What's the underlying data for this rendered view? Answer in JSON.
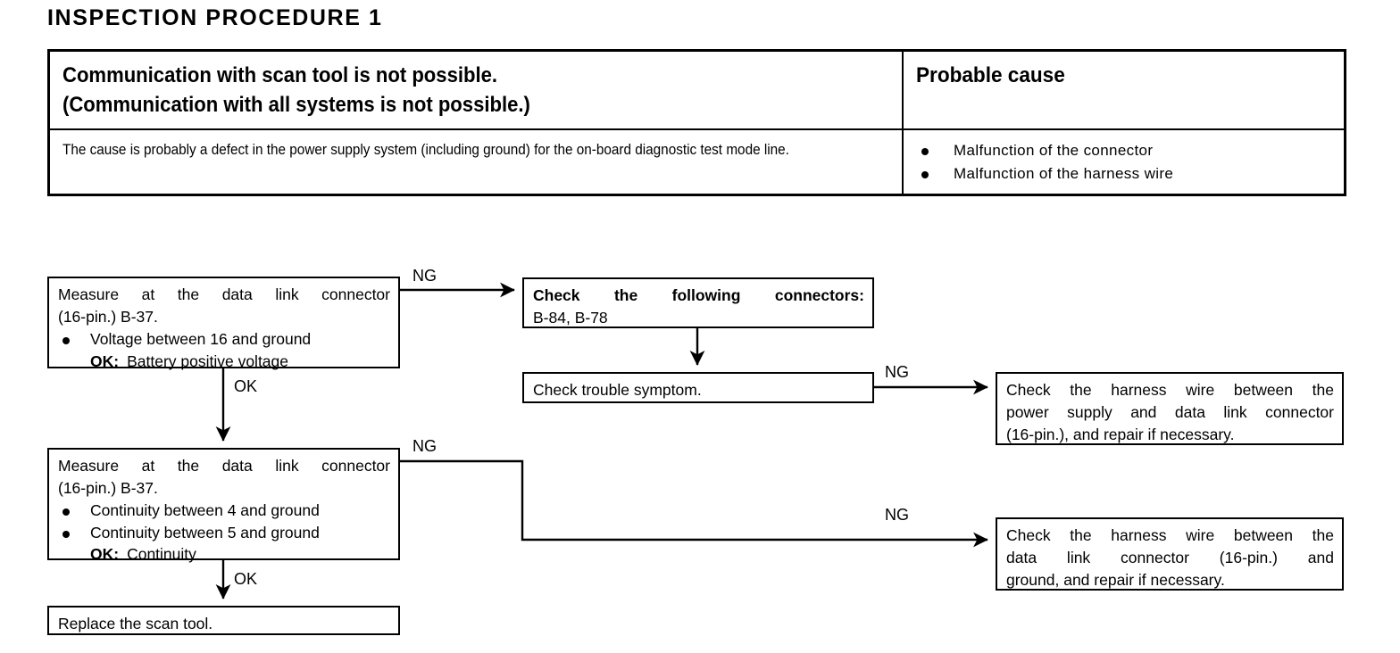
{
  "page": {
    "title": "INSPECTION  PROCEDURE  1"
  },
  "symptom_table": {
    "header": {
      "symptom_line1": "Communication with scan tool is not possible.",
      "symptom_line2": "(Communication with all systems is not possible.)",
      "probable_cause_label": "Probable cause"
    },
    "body": {
      "cause_description": "The cause is probably a defect in the power supply system (including ground) for the on-board diagnostic test mode line.",
      "probable_causes": [
        "Malfunction of the connector",
        "Malfunction of the harness wire"
      ]
    }
  },
  "flowchart": {
    "boxes": {
      "measure1": {
        "line1": "Measure at the data link connector",
        "line2": "(16-pin.) B-37.",
        "bullets": [
          "Voltage between 16 and ground"
        ],
        "ok_label": "OK:",
        "ok_value": "Battery positive voltage"
      },
      "connectors": {
        "line1": "Check the following connectors:",
        "line2": "B-84, B-78"
      },
      "symptom": {
        "line1": "Check trouble symptom."
      },
      "harness1": {
        "line1": "Check the harness wire between the",
        "line2": "power supply and data link connector",
        "line3": "(16-pin.), and repair if necessary."
      },
      "measure2": {
        "line1": "Measure at the data link connector",
        "line2": "(16-pin.) B-37.",
        "bullets": [
          "Continuity between 4 and ground",
          "Continuity between 5 and ground"
        ],
        "ok_label": "OK:",
        "ok_value": "Continuity"
      },
      "harness2": {
        "line1": "Check the harness wire between the",
        "line2": "data link connector (16-pin.) and",
        "line3": "ground, and repair if necessary."
      },
      "replace": {
        "line1": "Replace the scan tool."
      }
    },
    "edge_labels": {
      "ng_measure1_to_connectors": "NG",
      "ok_measure1_to_measure2": "OK",
      "ng_symptom_to_harness1": "NG",
      "ng_measure2_elbow": "NG",
      "ng_measure2_to_harness2": "NG",
      "ok_measure2_to_replace": "OK"
    }
  },
  "colors": {
    "ink": "#000000",
    "paper": "#ffffff"
  }
}
